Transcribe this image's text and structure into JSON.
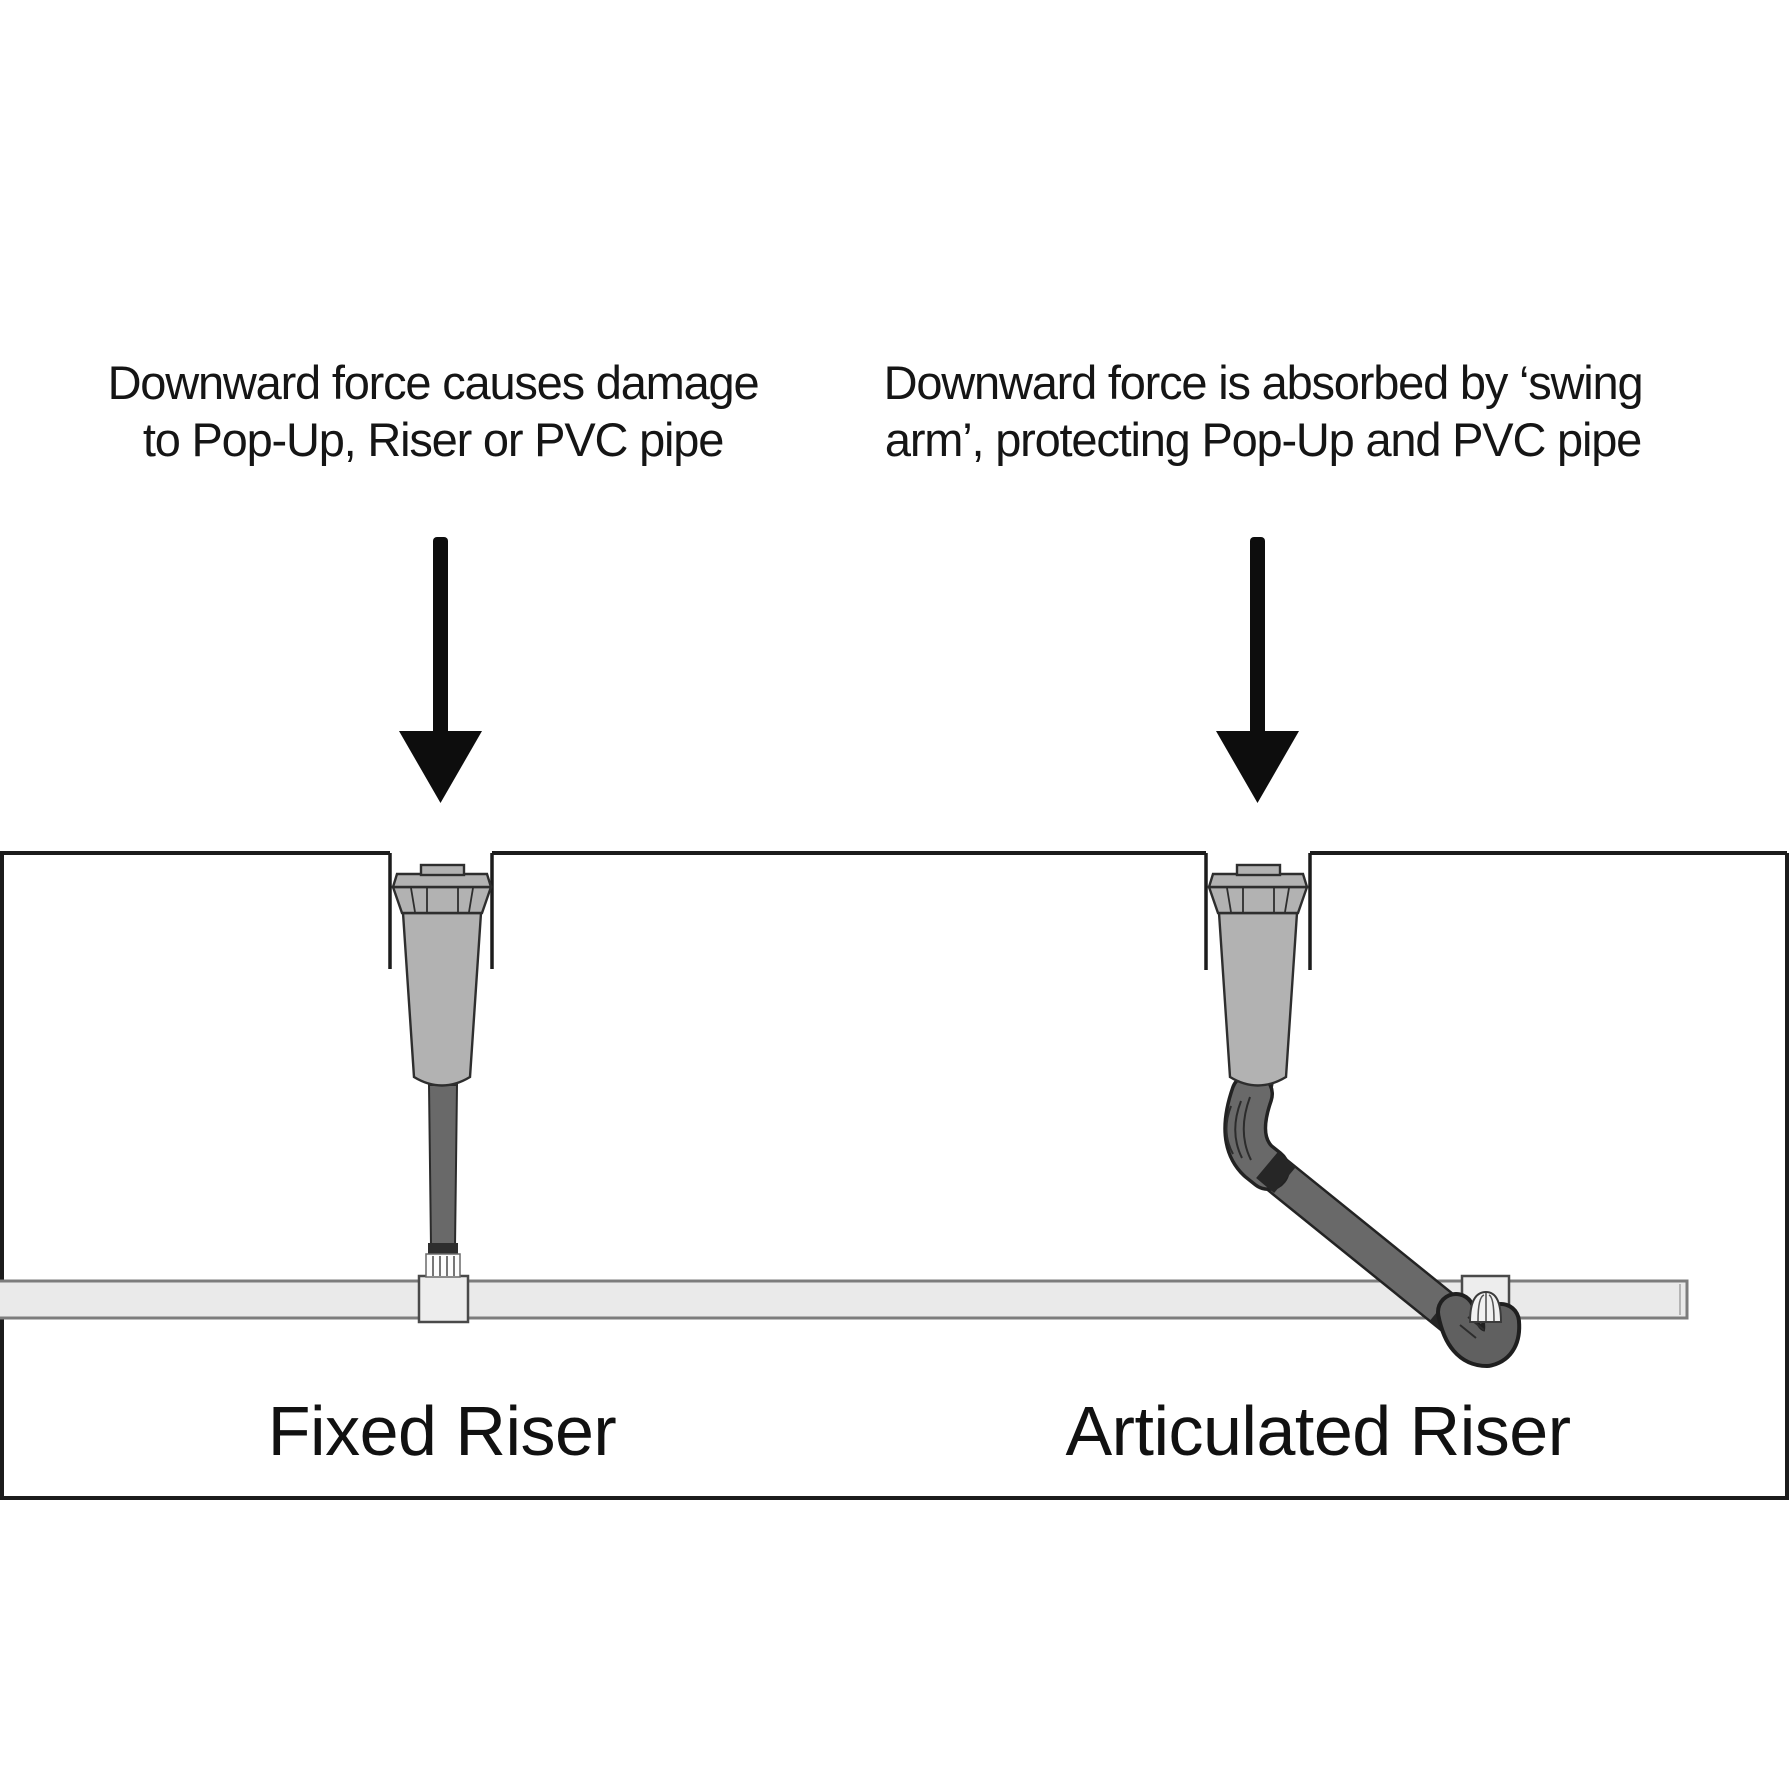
{
  "page": {
    "background": "#ffffff"
  },
  "captions": {
    "left": {
      "line1": "Downward force causes damage",
      "line2": "to Pop-Up, Riser or PVC pipe"
    },
    "right": {
      "line1": "Downward force is absorbed by ‘swing",
      "line2": "arm’, protecting Pop-Up and PVC pipe"
    }
  },
  "labels": {
    "left": "Fixed Riser",
    "right": "Articulated Riser"
  },
  "colors": {
    "arrow": "#0d0d0d",
    "sprinkler_body": "#b2b2b2",
    "riser_dark": "#696969",
    "dark_band": "#262626",
    "pipe_fill": "#eaeaea",
    "fitting_fill": "#ededed",
    "thread_white": "#fcfcfc",
    "outline": "#2b2b2b",
    "ground_line": "#1c1c1c",
    "text": "#151515"
  }
}
